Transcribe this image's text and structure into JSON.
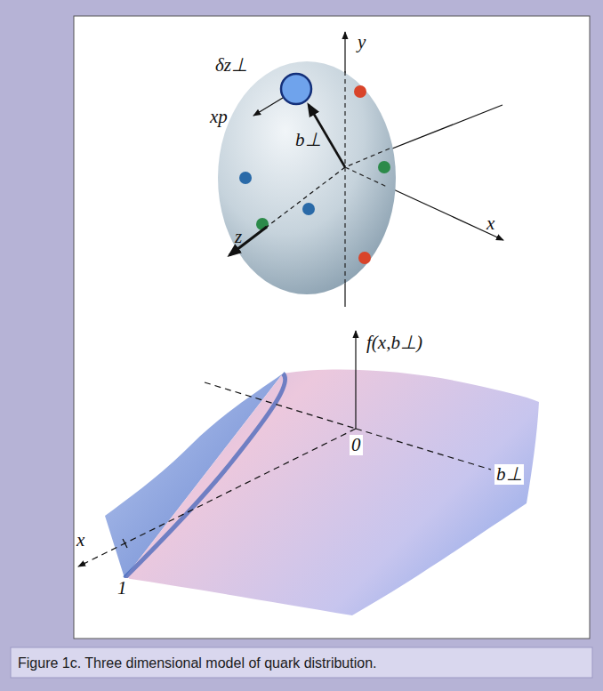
{
  "diagram": {
    "caption": "Figure 1c. Three dimensional model of quark distribution.",
    "labels": [
      "y",
      "δz⊥",
      "xp",
      "b⊥",
      "z",
      "x",
      "f(x,b⊥)",
      "0",
      "b⊥",
      "x",
      "1"
    ]
  }
}
